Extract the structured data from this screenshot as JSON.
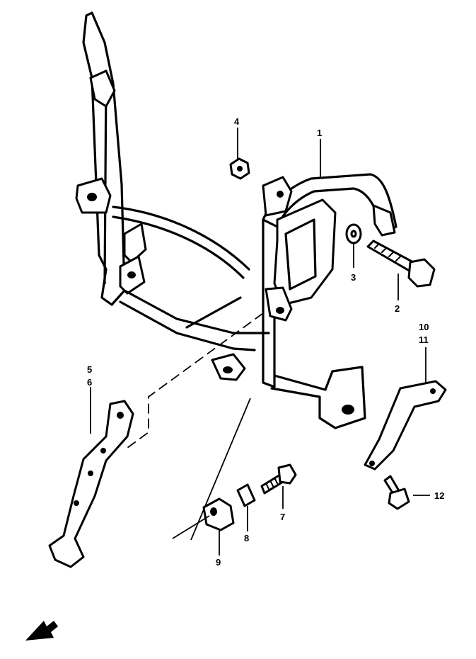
{
  "diagram": {
    "callouts": {
      "c1": "1",
      "c2": "2",
      "c3": "3",
      "c4": "4",
      "c5": "5",
      "c6": "6",
      "c7": "7",
      "c8": "8",
      "c9": "9",
      "c10": "10",
      "c11": "11",
      "c12": "12"
    },
    "colors": {
      "ink": "#000000",
      "paper": "#ffffff"
    },
    "icons": {
      "direction": "front-direction-arrow-icon"
    }
  }
}
